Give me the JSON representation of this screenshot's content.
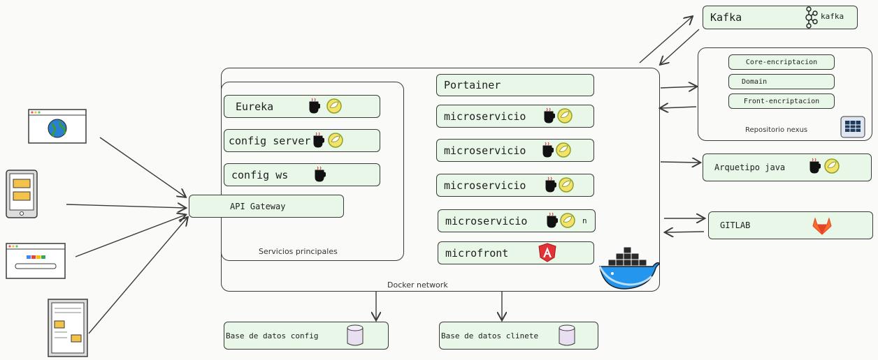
{
  "kafka": {
    "title": "Kafka",
    "logo_text": "kafka"
  },
  "repo": {
    "caption": "Repositorio nexus",
    "items": [
      "Core-encriptacion",
      "Domain",
      "Front-encriptacion"
    ]
  },
  "arquetipo": {
    "label": "Arquetipo java"
  },
  "gitlab": {
    "label": "GITLAB"
  },
  "docker": {
    "caption": "Docker network"
  },
  "principales": {
    "caption": "Servicios principales",
    "services": [
      "Eureka",
      "config server",
      "config ws"
    ]
  },
  "gateway": {
    "label": "API Gateway"
  },
  "portainer": {
    "label": "Portainer"
  },
  "microservices": [
    "microservicio",
    "microservicio",
    "microservicio",
    "microservicio"
  ],
  "micro_n": "n",
  "microfront": {
    "label": "microfront"
  },
  "databases": [
    "Base de datos config",
    "Base de datos clinete"
  ],
  "icons": {
    "spring": "spring-leaf",
    "java": "java-coffee",
    "angular": "angular-shield",
    "docker": "docker-whale",
    "gitlab": "gitlab-fox",
    "database": "cylinder",
    "nexus": "nexus-box"
  },
  "colors": {
    "box_fill": "#e9f7e9",
    "stroke": "#3a3a3a",
    "spring": "#f5e26a",
    "angular": "#e23237",
    "docker": "#2496ed",
    "gitlab": "#fc6d26"
  }
}
